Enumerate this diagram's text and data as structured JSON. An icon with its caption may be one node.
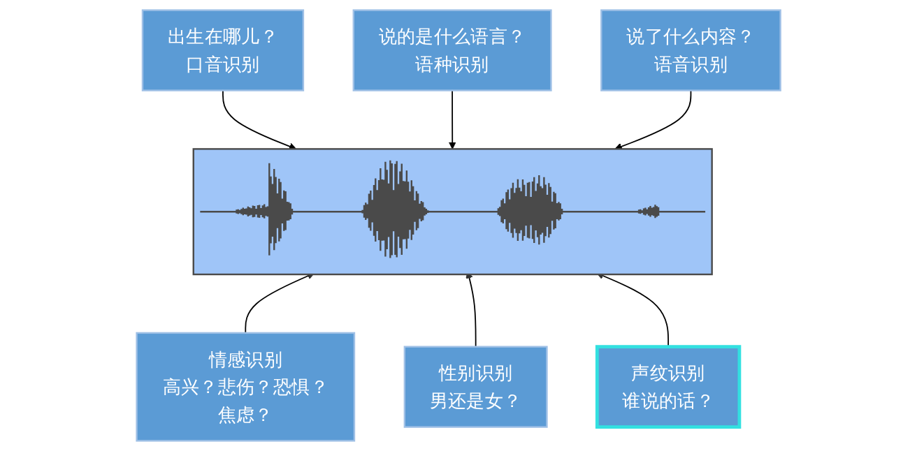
{
  "diagram": {
    "nodes": [
      {
        "text": [
          "出生在哪儿？",
          "口音识别"
        ]
      },
      {
        "text": [
          "说的是什么语言？",
          "语种识别"
        ]
      },
      {
        "text": [
          "说了什么内容？",
          "语音识别"
        ]
      },
      {
        "text": [],
        "shape": "picture"
      },
      {
        "text": [
          "情感识别",
          "高兴？悲伤？恐惧？焦虑？"
        ]
      },
      {
        "text": [
          "性别识别",
          "男还是女？"
        ]
      },
      {
        "text": [
          "声纹识别",
          "谁说的话？"
        ]
      }
    ],
    "edges": [
      {
        "from": 0,
        "to": 3,
        "arrow": "to"
      },
      {
        "from": 1,
        "to": 3,
        "arrow": "to"
      },
      {
        "from": 2,
        "to": 3,
        "arrow": "to"
      },
      {
        "from": 4,
        "to": 3,
        "arrow": "to"
      },
      {
        "from": 5,
        "to": 3,
        "arrow": "to"
      },
      {
        "from": 6,
        "to": 3,
        "arrow": "to"
      }
    ]
  }
}
